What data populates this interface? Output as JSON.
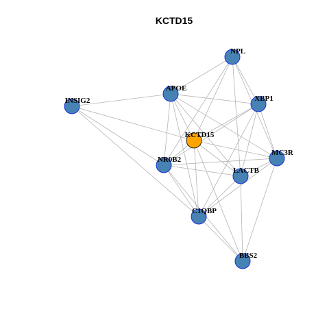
{
  "title": "KCTD15",
  "colors": {
    "node_fill": "#4682B4",
    "node_stroke": "#1C2FD6",
    "center_fill": "#FFA500",
    "center_stroke": "#222222",
    "edge": "#B3B3B3"
  },
  "network": {
    "nodes": [
      {
        "id": "NPL",
        "label": "NPL",
        "center": false
      },
      {
        "id": "APOE",
        "label": "APOE",
        "center": false
      },
      {
        "id": "XBP1",
        "label": "XBP1",
        "center": false
      },
      {
        "id": "INSIG2",
        "label": "INSIG2",
        "center": false
      },
      {
        "id": "KCTD15",
        "label": "KCTD15",
        "center": true
      },
      {
        "id": "NR0B2",
        "label": "NR0B2",
        "center": false
      },
      {
        "id": "MC3R",
        "label": "MC3R",
        "center": false
      },
      {
        "id": "LACTB",
        "label": "LACTB",
        "center": false
      },
      {
        "id": "C1QBP",
        "label": "C1QBP",
        "center": false
      },
      {
        "id": "BBS2",
        "label": "BBS2",
        "center": false
      }
    ],
    "edges": [
      [
        "NPL",
        "APOE"
      ],
      [
        "NPL",
        "XBP1"
      ],
      [
        "NPL",
        "KCTD15"
      ],
      [
        "NPL",
        "NR0B2"
      ],
      [
        "NPL",
        "MC3R"
      ],
      [
        "NPL",
        "LACTB"
      ],
      [
        "APOE",
        "INSIG2"
      ],
      [
        "APOE",
        "XBP1"
      ],
      [
        "APOE",
        "KCTD15"
      ],
      [
        "APOE",
        "NR0B2"
      ],
      [
        "APOE",
        "MC3R"
      ],
      [
        "APOE",
        "LACTB"
      ],
      [
        "APOE",
        "C1QBP"
      ],
      [
        "XBP1",
        "KCTD15"
      ],
      [
        "XBP1",
        "NR0B2"
      ],
      [
        "XBP1",
        "MC3R"
      ],
      [
        "XBP1",
        "LACTB"
      ],
      [
        "XBP1",
        "C1QBP"
      ],
      [
        "INSIG2",
        "KCTD15"
      ],
      [
        "INSIG2",
        "NR0B2"
      ],
      [
        "INSIG2",
        "C1QBP"
      ],
      [
        "KCTD15",
        "NR0B2"
      ],
      [
        "KCTD15",
        "MC3R"
      ],
      [
        "KCTD15",
        "LACTB"
      ],
      [
        "KCTD15",
        "C1QBP"
      ],
      [
        "KCTD15",
        "BBS2"
      ],
      [
        "NR0B2",
        "MC3R"
      ],
      [
        "NR0B2",
        "LACTB"
      ],
      [
        "NR0B2",
        "C1QBP"
      ],
      [
        "NR0B2",
        "BBS2"
      ],
      [
        "MC3R",
        "LACTB"
      ],
      [
        "MC3R",
        "C1QBP"
      ],
      [
        "MC3R",
        "BBS2"
      ],
      [
        "LACTB",
        "C1QBP"
      ],
      [
        "LACTB",
        "BBS2"
      ],
      [
        "C1QBP",
        "BBS2"
      ]
    ]
  }
}
